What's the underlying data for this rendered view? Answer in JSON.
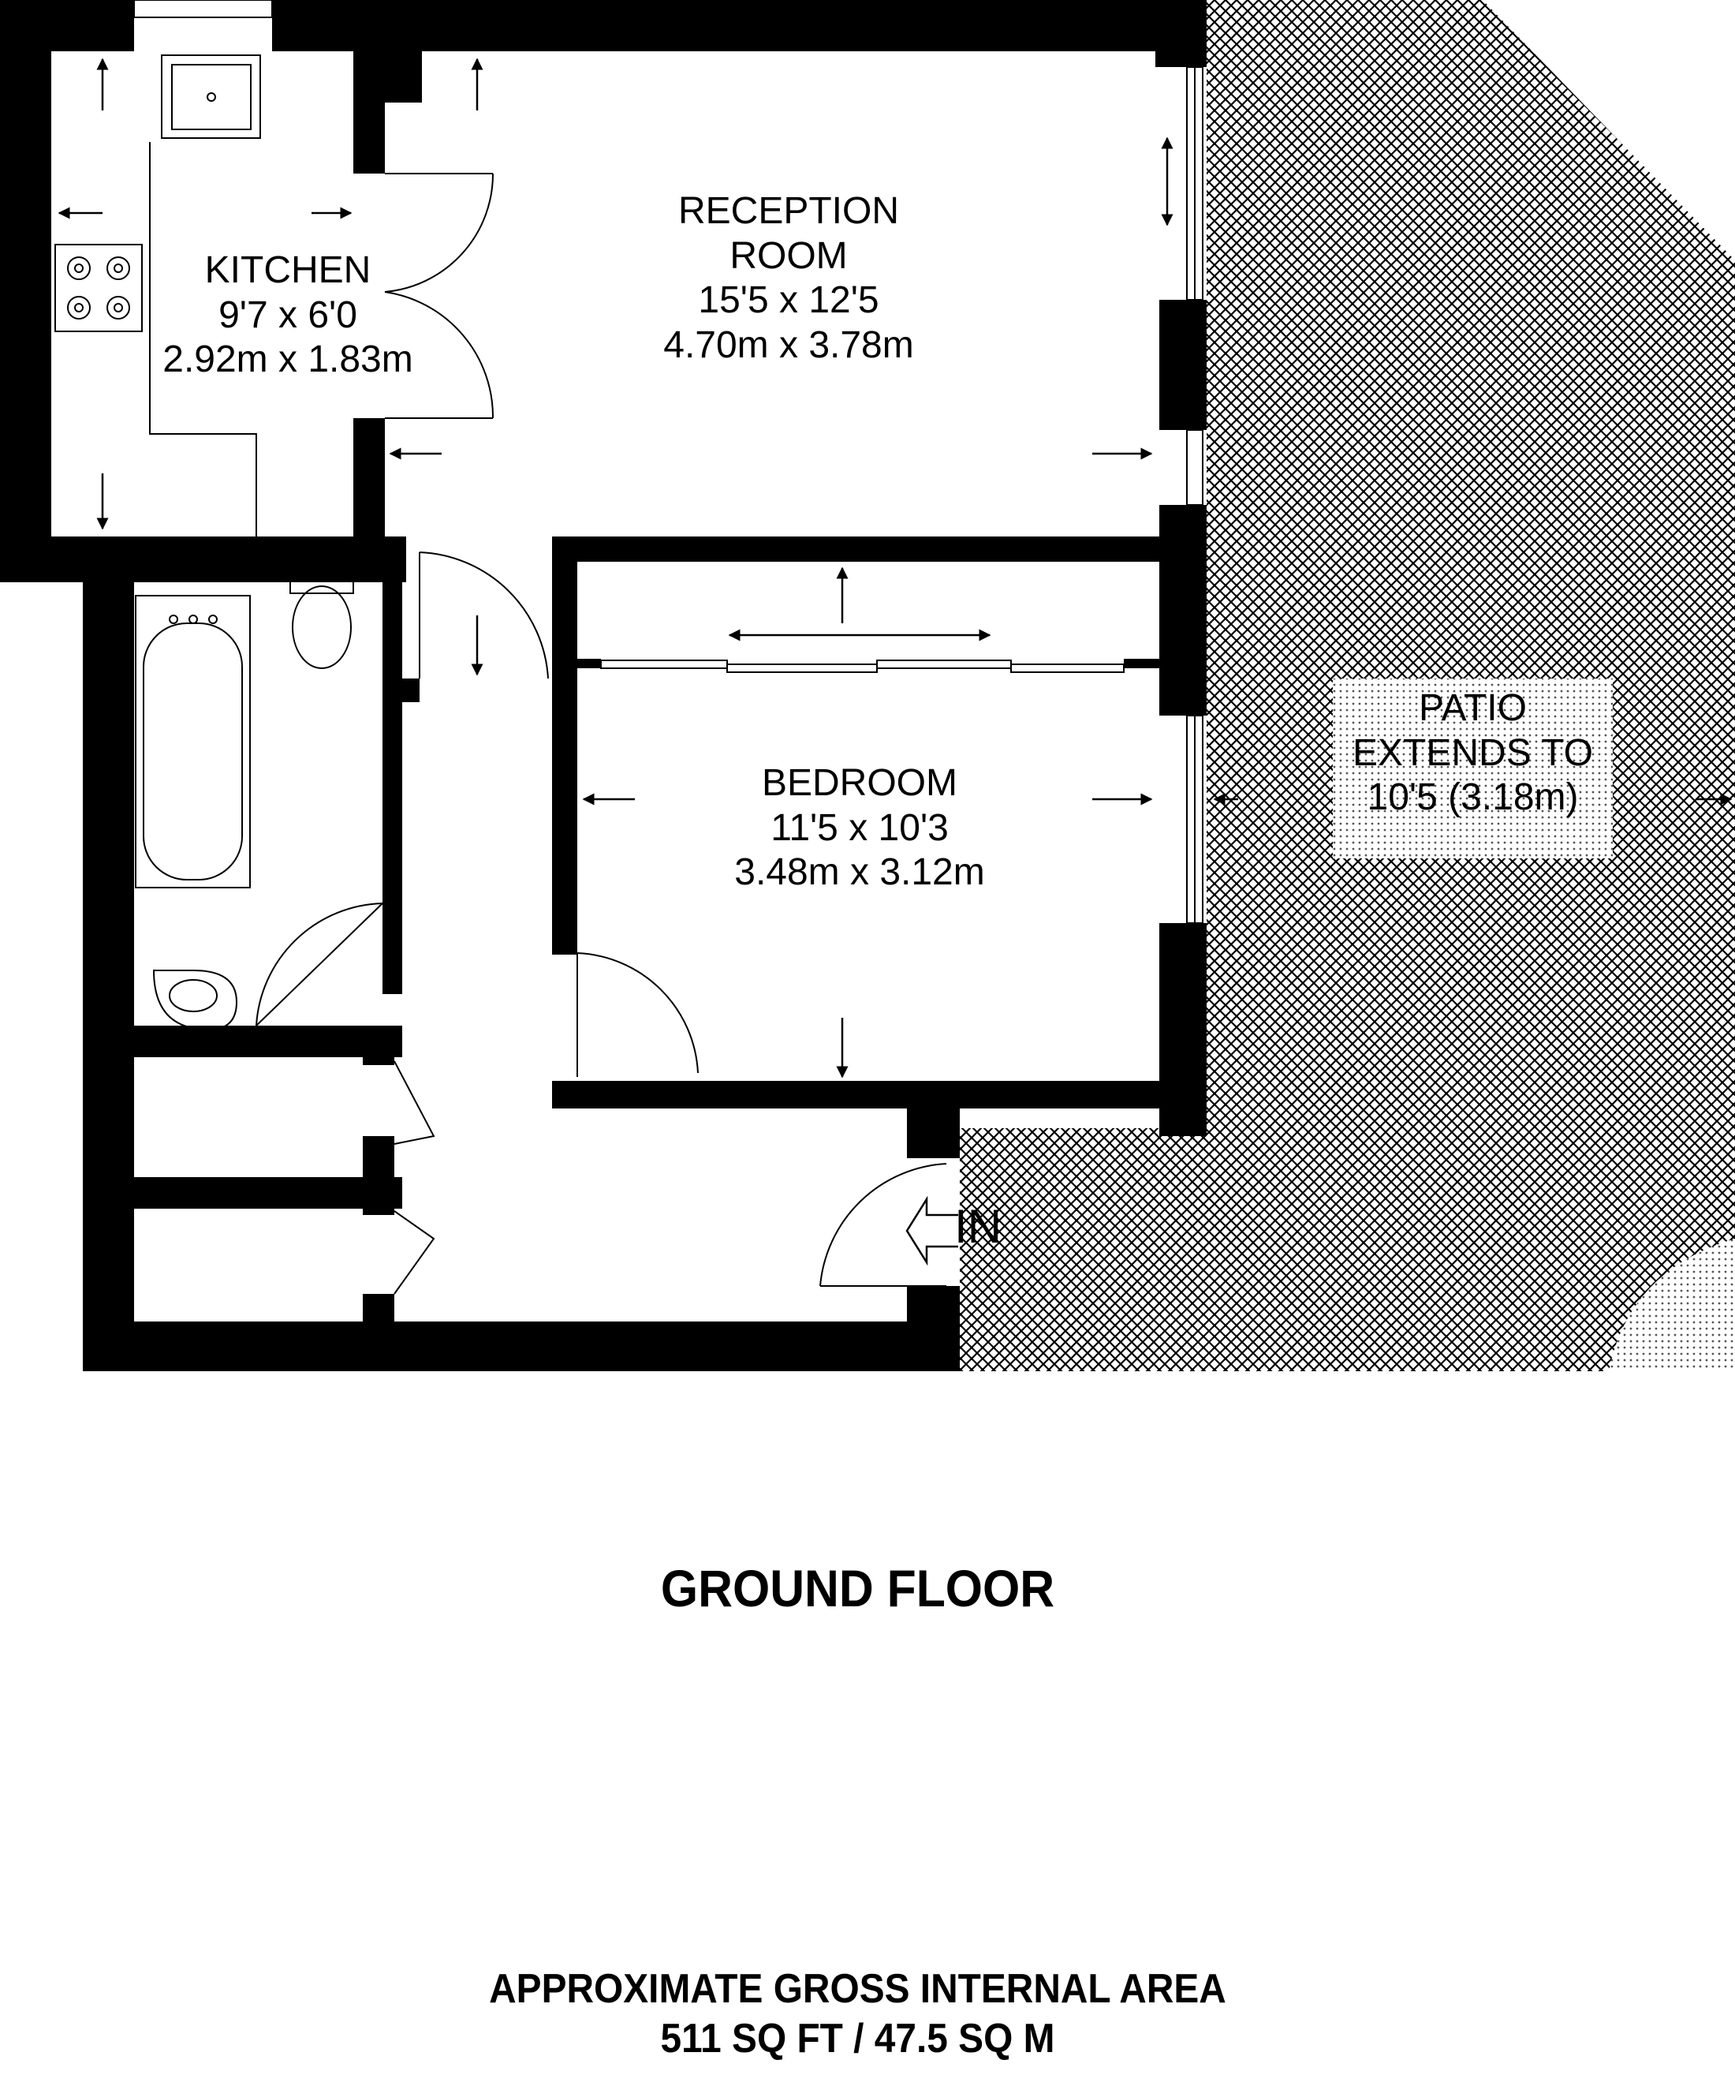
{
  "rooms": {
    "kitchen": {
      "name": "KITCHEN",
      "imperial": "9'7 x 6'0",
      "metric": "2.92m x 1.83m"
    },
    "reception": {
      "name_line1": "RECEPTION",
      "name_line2": "ROOM",
      "imperial": "15'5 x 12'5",
      "metric": "4.70m x 3.78m"
    },
    "bedroom": {
      "name": "BEDROOM",
      "imperial": "11'5 x 10'3",
      "metric": "3.48m x 3.12m"
    },
    "patio": {
      "line1": "PATIO",
      "line2": "EXTENDS TO",
      "line3": "10'5 (3.18m)"
    }
  },
  "entrance_label": "IN",
  "floor_title": "GROUND FLOOR",
  "area": {
    "line1": "APPROXIMATE GROSS INTERNAL AREA",
    "line2": "511 SQ FT / 47.5 SQ M"
  },
  "colors": {
    "wall": "#000000",
    "background": "#ffffff",
    "hatch": "#000000"
  }
}
